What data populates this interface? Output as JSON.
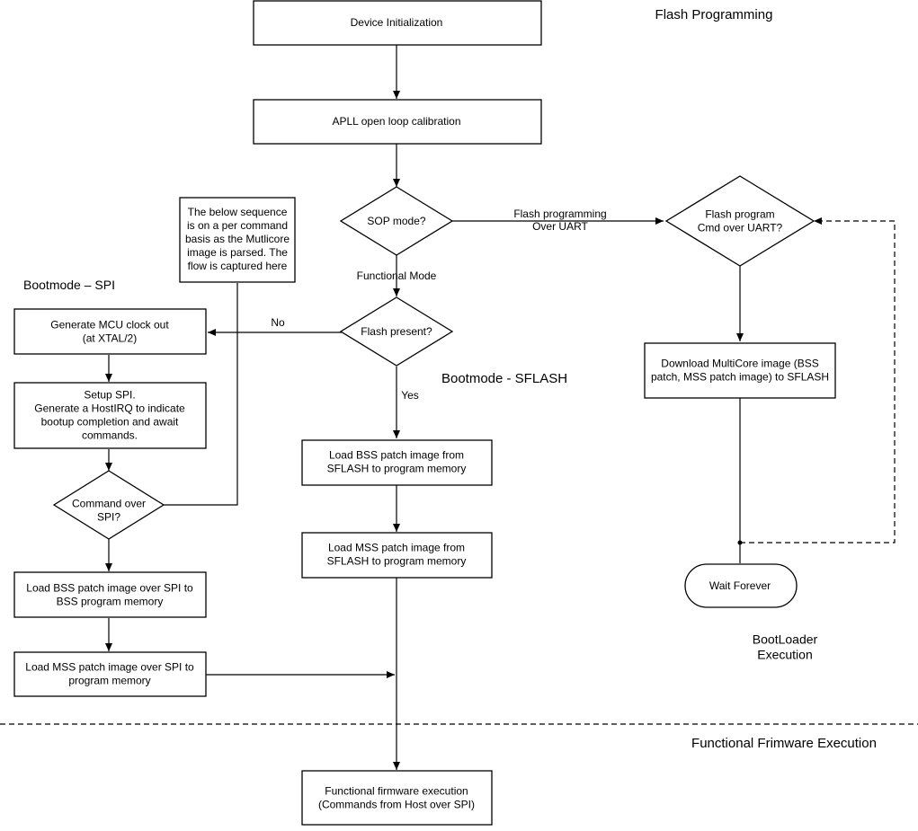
{
  "colors": {
    "section_label": "#0070c0",
    "stroke": "#000000",
    "fill": "#ffffff"
  },
  "sections": {
    "flash_programming": "Flash Programming",
    "bootmode_spi": "Bootmode – SPI",
    "bootmode_sflash": "Bootmode - SFLASH",
    "bootloader_execution": [
      "BootLoader",
      "Execution"
    ],
    "functional_firmware_execution": "Functional Frimware Execution"
  },
  "nodes": {
    "device_init": [
      "Device Initialization"
    ],
    "apll": [
      "APLL open loop calibration"
    ],
    "sop_mode": [
      "SOP mode?"
    ],
    "flash_present": [
      "Flash present?"
    ],
    "flash_program_cmd": [
      "Flash program",
      "Cmd over UART?"
    ],
    "download_multicore": [
      "Download MultiCore image (BSS",
      "patch, MSS patch image) to SFLASH"
    ],
    "wait_forever": [
      "Wait Forever"
    ],
    "note": [
      "The below sequence",
      "is on a per command",
      "basis as the Mutlicore",
      "image is parsed. The",
      "flow is captured here"
    ],
    "gen_mcu_clock": [
      "Generate MCU clock out",
      "(at XTAL/2)"
    ],
    "setup_spi": [
      "Setup SPI.",
      "Generate a HostIRQ to indicate",
      "bootup completion and await",
      "commands."
    ],
    "command_over_spi": [
      "Command over",
      "SPI?"
    ],
    "load_bss_spi": [
      "Load BSS patch image over SPI to",
      "BSS program memory"
    ],
    "load_mss_spi": [
      "Load MSS patch image over SPI to",
      "program memory"
    ],
    "load_bss_sflash": [
      "Load BSS patch image from",
      "SFLASH to program memory"
    ],
    "load_mss_sflash": [
      "Load MSS patch image from",
      "SFLASH to program memory"
    ],
    "functional_fw": [
      "Functional firmware execution",
      "(Commands from Host over SPI)"
    ]
  },
  "edge_labels": {
    "flash_programming_uart": [
      "Flash programming",
      "Over UART"
    ],
    "functional_mode": [
      "Functional Mode"
    ],
    "no": [
      "No"
    ],
    "yes": [
      "Yes"
    ]
  }
}
